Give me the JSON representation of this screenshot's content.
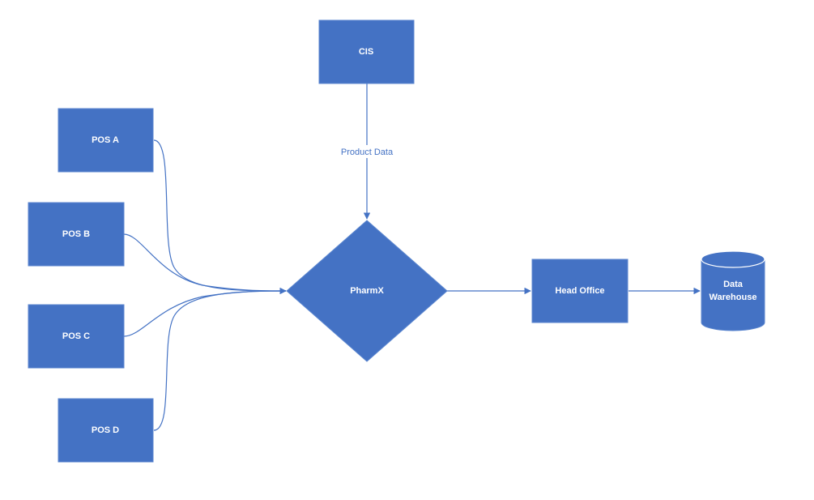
{
  "nodes": {
    "cis": "CIS",
    "pos_a": "POS A",
    "pos_b": "POS B",
    "pos_c": "POS C",
    "pos_d": "POS D",
    "pharmx": "PharmX",
    "head_office": "Head Office",
    "data_warehouse_line1": "Data",
    "data_warehouse_line2": "Warehouse"
  },
  "edges": {
    "cis_to_pharmx_label": "Product Data"
  },
  "colors": {
    "node_fill": "#4472c4",
    "edge": "#4472c4"
  }
}
